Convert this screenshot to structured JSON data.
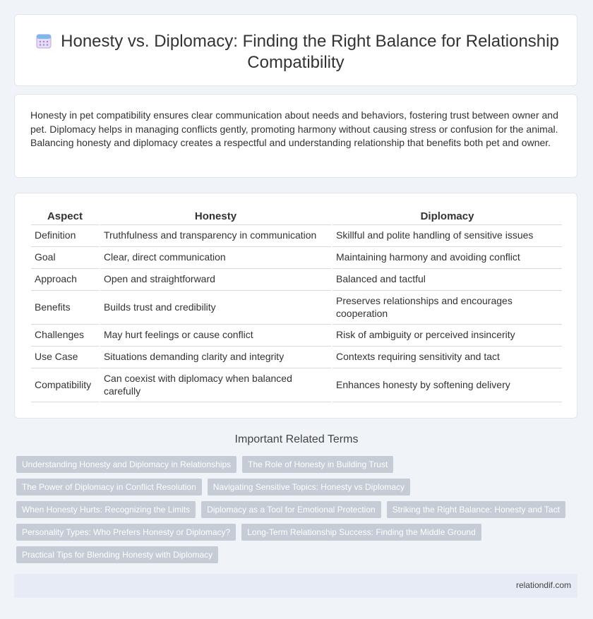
{
  "header": {
    "title_line1": "Honesty vs. Diplomacy: Finding the Right Balance for Relationship",
    "title_line2": "Compatibility",
    "icon": "calendar-icon"
  },
  "intro": "Honesty in pet compatibility ensures clear communication about needs and behaviors, fostering trust between owner and pet. Diplomacy helps in managing conflicts gently, promoting harmony without causing stress or confusion for the animal. Balancing honesty and diplomacy creates a respectful and understanding relationship that benefits both pet and owner.",
  "table": {
    "headers": [
      "Aspect",
      "Honesty",
      "Diplomacy"
    ],
    "rows": [
      [
        "Definition",
        "Truthfulness and transparency in communication",
        "Skillful and polite handling of sensitive issues"
      ],
      [
        "Goal",
        "Clear, direct communication",
        "Maintaining harmony and avoiding conflict"
      ],
      [
        "Approach",
        "Open and straightforward",
        "Balanced and tactful"
      ],
      [
        "Benefits",
        "Builds trust and credibility",
        "Preserves relationships and encourages cooperation"
      ],
      [
        "Challenges",
        "May hurt feelings or cause conflict",
        "Risk of ambiguity or perceived insincerity"
      ],
      [
        "Use Case",
        "Situations demanding clarity and integrity",
        "Contexts requiring sensitivity and tact"
      ],
      [
        "Compatibility",
        "Can coexist with diplomacy when balanced carefully",
        "Enhances honesty by softening delivery"
      ]
    ]
  },
  "related": {
    "title": "Important Related Terms",
    "rows": [
      [
        "Understanding Honesty and Diplomacy in Relationships",
        "The Role of Honesty in Building Trust"
      ],
      [
        "The Power of Diplomacy in Conflict Resolution",
        "Navigating Sensitive Topics: Honesty vs Diplomacy"
      ],
      [
        "When Honesty Hurts: Recognizing the Limits",
        "Diplomacy as a Tool for Emotional Protection",
        "Striking the Right Balance: Honesty and Tact"
      ],
      [
        "Personality Types: Who Prefers Honesty or Diplomacy?",
        "Long-Term Relationship Success: Finding the Middle Ground"
      ],
      [
        "Practical Tips for Blending Honesty with Diplomacy"
      ]
    ]
  },
  "footer": {
    "site": "relationdif.com"
  },
  "colors": {
    "background": "#f0f3f8",
    "tag": "#c5ccd6",
    "footer": "#e6ebf5"
  }
}
